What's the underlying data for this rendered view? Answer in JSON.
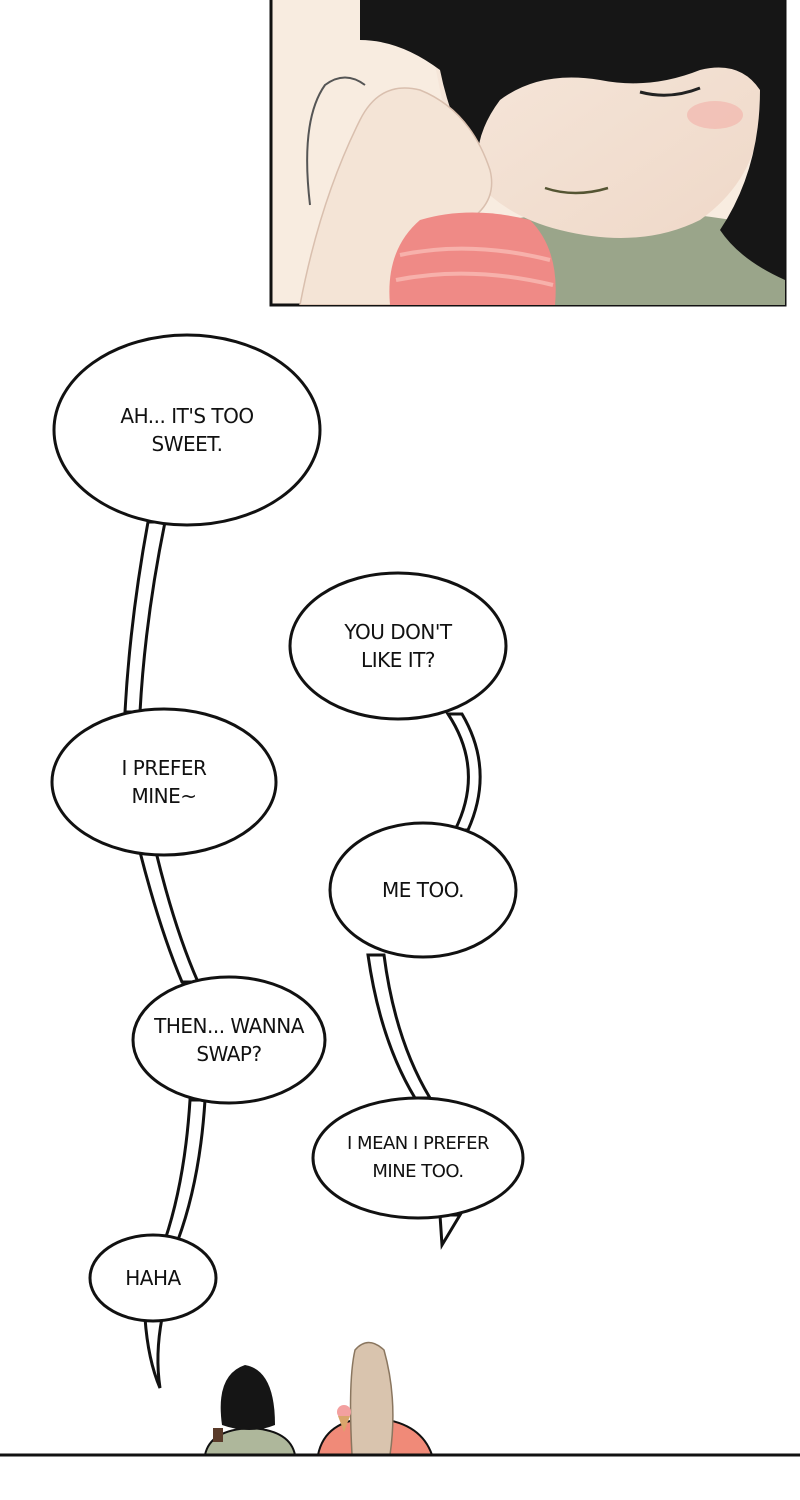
{
  "bubbles": {
    "b1": "AH... IT'S TOO\nSWEET.",
    "b2": "YOU DON'T\nLIKE IT?",
    "b3": "I PREFER\nMINE~",
    "b4": "ME TOO.",
    "b5": "THEN... WANNA\nSWAP?",
    "b6": "I MEAN I PREFER\nMINE TOO.",
    "b7": "HAHA"
  }
}
